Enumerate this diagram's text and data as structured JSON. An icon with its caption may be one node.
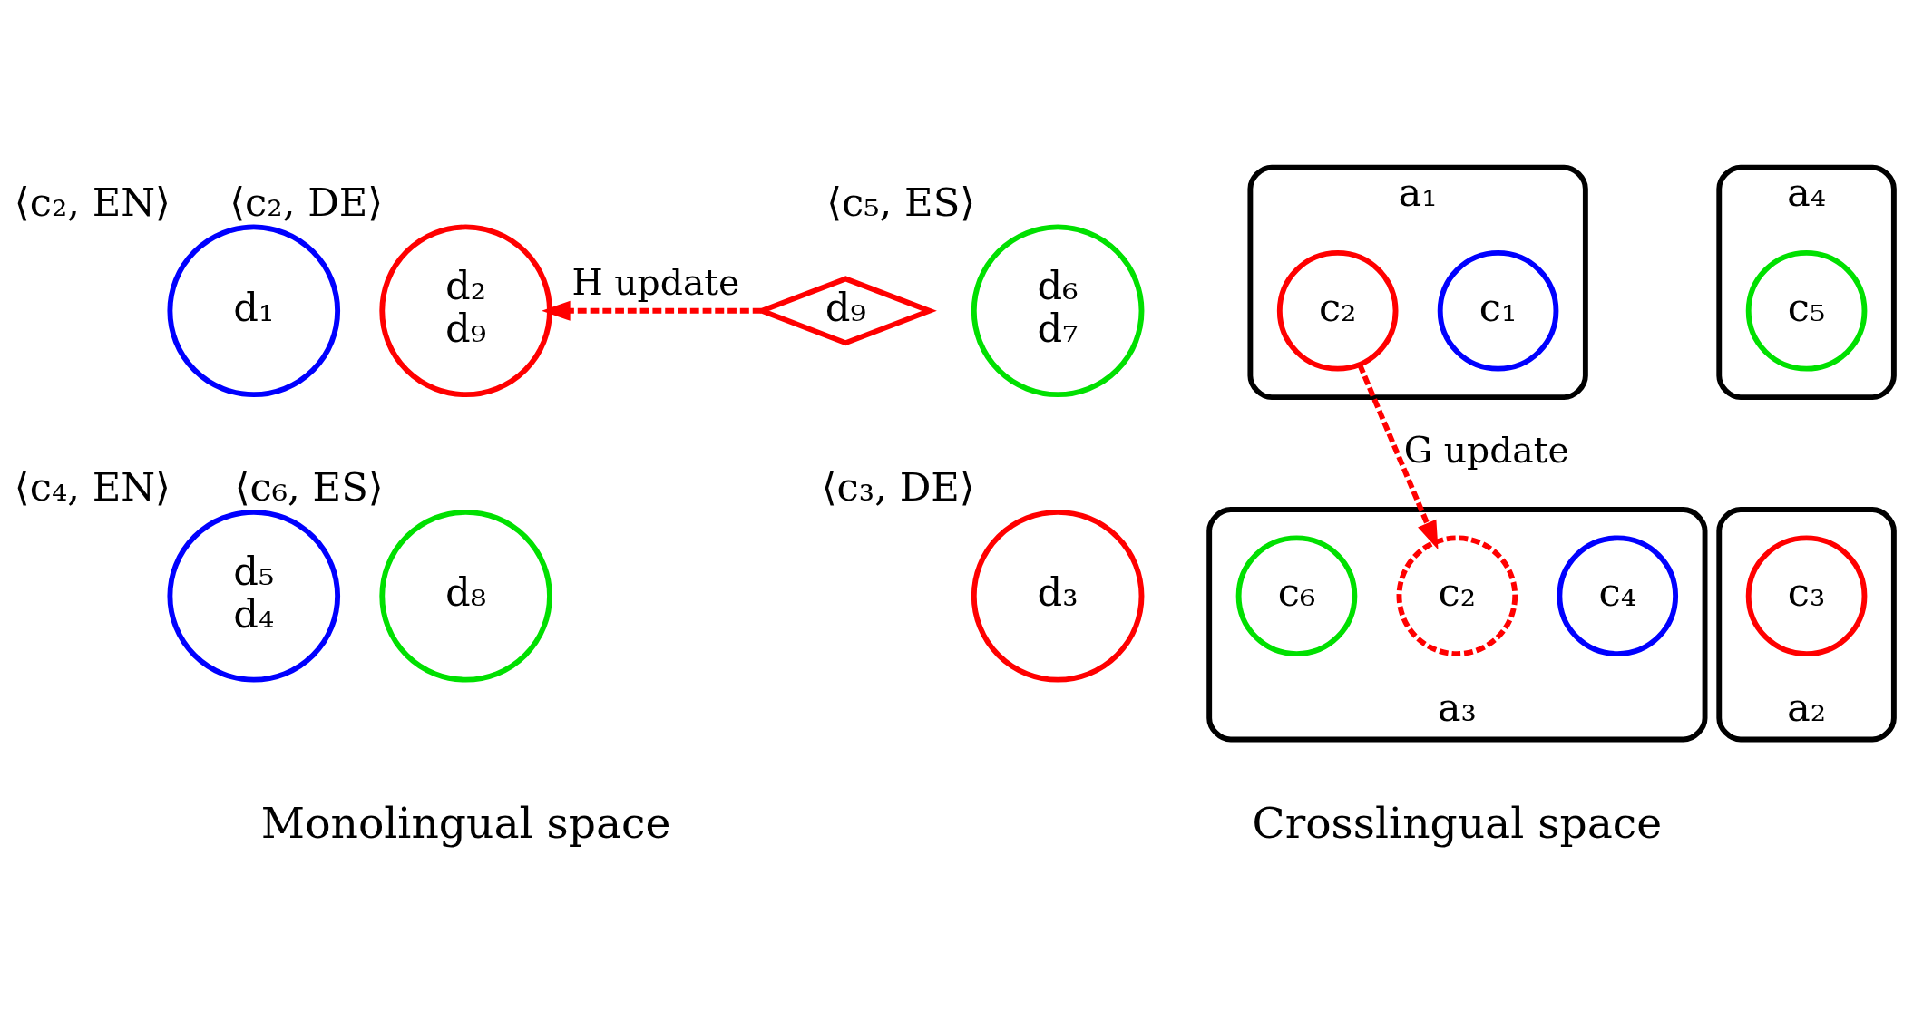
{
  "diagram": {
    "nodes": [
      {
        "text": [
          "d₁"
        ],
        "beside": [
          "⟨c₂, EN⟩"
        ]
      },
      {
        "text": [
          "d₂",
          "d₉"
        ],
        "beside": [
          "⟨c₂, DE⟩"
        ]
      },
      {
        "text": [
          "d₆",
          "d₇"
        ],
        "beside": [
          "⟨c₅, ES⟩"
        ]
      },
      {
        "text": [
          "d₉"
        ]
      },
      {
        "text": [
          "d₅",
          "d₄"
        ],
        "beside": [
          "⟨c₄, EN⟩"
        ]
      },
      {
        "text": [
          "d₈"
        ],
        "beside": [
          "⟨c₆, ES⟩"
        ]
      },
      {
        "text": [
          "d₃"
        ],
        "beside": [
          "⟨c₃, DE⟩"
        ]
      },
      {
        "text": [
          "a₁"
        ]
      },
      {
        "text": [
          "c₁"
        ],
        "in": 7
      },
      {
        "text": [
          "c₂"
        ],
        "in": 7
      },
      {
        "text": [
          "a₄"
        ]
      },
      {
        "text": [
          "c₅"
        ],
        "in": 10
      },
      {
        "text": [
          "a₃"
        ]
      },
      {
        "text": [
          "c₄"
        ],
        "in": 12
      },
      {
        "text": [
          "c₂"
        ],
        "in": 12
      },
      {
        "text": [
          "c₆"
        ],
        "in": 12
      },
      {
        "text": [
          "a₂"
        ]
      },
      {
        "text": [
          "c₃"
        ],
        "in": 16
      }
    ],
    "edges": [
      {
        "from": 3,
        "to": 1,
        "arrow": "to",
        "label": "H update",
        "style": "dashed",
        "color": "#ff0000"
      },
      {
        "from": 9,
        "to": 14,
        "arrow": "to",
        "label": "G update",
        "style": "dashed",
        "color": "#ff0000"
      }
    ],
    "labels": [
      "Monolingual space",
      "Crosslingual space"
    ]
  }
}
